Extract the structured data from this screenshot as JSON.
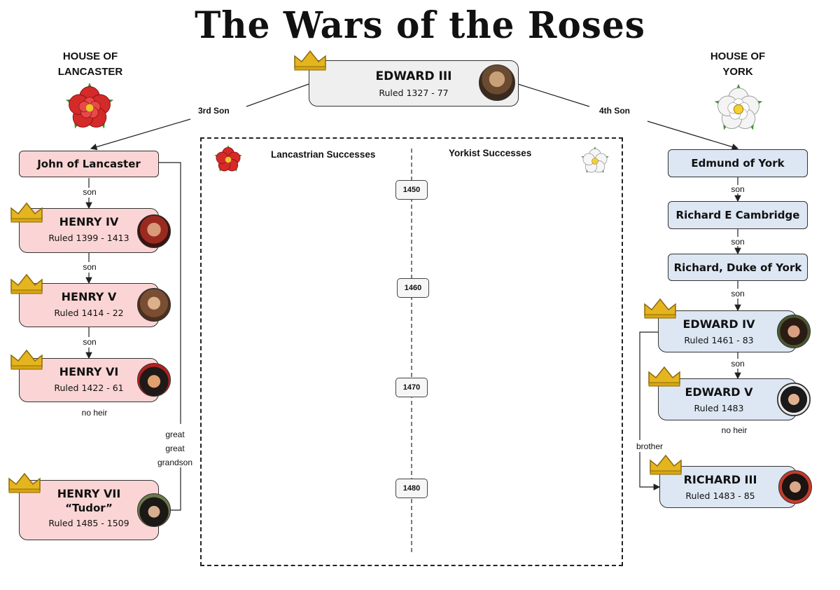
{
  "title": "The Wars of the Roses",
  "houses": {
    "lancaster": "HOUSE OF\nLANCASTER",
    "york": "HOUSE OF\nYORK"
  },
  "root": {
    "name": "EDWARD III",
    "reign": "Ruled 1327 - 77"
  },
  "branch_labels": {
    "left": "3rd Son",
    "right": "4th Son"
  },
  "lancaster": {
    "founder": "John of Lancaster",
    "monarchs": [
      {
        "name": "HENRY IV",
        "reign": "Ruled 1399 - 1413"
      },
      {
        "name": "HENRY V",
        "reign": "Ruled 1414 - 22"
      },
      {
        "name": "HENRY VI",
        "reign": "Ruled 1422 - 61"
      },
      {
        "name": "HENRY VII",
        "sub": "“Tudor”",
        "reign": "Ruled 1485 - 1509"
      }
    ],
    "relations": [
      "son",
      "son",
      "son",
      "no heir"
    ],
    "tudor_relation": [
      "great",
      "great",
      "grandson"
    ]
  },
  "york": {
    "founder": "Edmund of York",
    "ancestors": [
      "Richard E Cambridge",
      "Richard, Duke of York"
    ],
    "monarchs": [
      {
        "name": "EDWARD IV",
        "reign": "Ruled 1461 - 83"
      },
      {
        "name": "EDWARD V",
        "reign": "Ruled 1483"
      },
      {
        "name": "RICHARD III",
        "reign": "Ruled 1483 - 85"
      }
    ],
    "relations": [
      "son",
      "son",
      "son",
      "son",
      "no heir",
      "brother"
    ]
  },
  "timeline": {
    "left_heading": "Lancastrian Successes",
    "right_heading": "Yorkist Successes",
    "years": [
      "1450",
      "1460",
      "1470",
      "1480"
    ]
  },
  "colors": {
    "lancaster_fill": "#fbd5d5",
    "york_fill": "#dde7f3",
    "root_fill": "#efefef",
    "red_rose": "#d42a2a",
    "crown_gold": "#e5b51f"
  }
}
